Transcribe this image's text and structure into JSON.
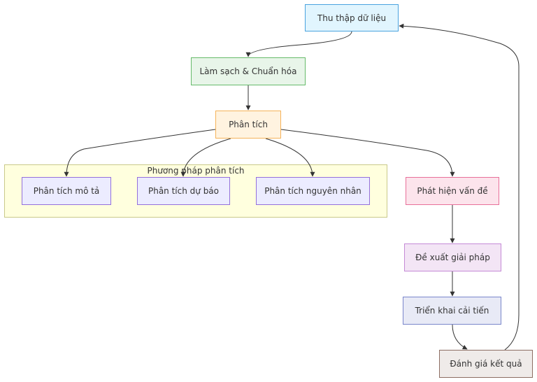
{
  "diagram": {
    "subgraph": {
      "title": "Phương pháp phân tích"
    },
    "nodes": {
      "thu_thap": "Thu thập dữ liệu",
      "lam_sach": "Làm sạch & Chuẩn hóa",
      "phan_tich": "Phân tích",
      "mo_ta": "Phân tích mô tả",
      "du_bao": "Phân tích dự báo",
      "nguyen_nhan": "Phân tích nguyên nhân",
      "phat_hien": "Phát hiện vấn đề",
      "de_xuat": "Đề xuất giải pháp",
      "trien_khai": "Triển khai cải tiến",
      "danh_gia": "Đánh giá kết quả"
    },
    "edges": [
      {
        "from": "thu_thap",
        "to": "lam_sach"
      },
      {
        "from": "lam_sach",
        "to": "phan_tich"
      },
      {
        "from": "phan_tich",
        "to": "mo_ta"
      },
      {
        "from": "phan_tich",
        "to": "du_bao"
      },
      {
        "from": "phan_tich",
        "to": "nguyen_nhan"
      },
      {
        "from": "phan_tich",
        "to": "phat_hien"
      },
      {
        "from": "phat_hien",
        "to": "de_xuat"
      },
      {
        "from": "de_xuat",
        "to": "trien_khai"
      },
      {
        "from": "trien_khai",
        "to": "danh_gia"
      },
      {
        "from": "danh_gia",
        "to": "thu_thap"
      }
    ],
    "edge_color": "#333333"
  }
}
